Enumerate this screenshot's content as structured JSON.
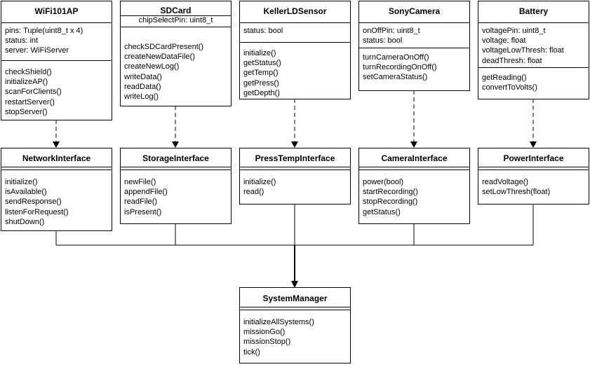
{
  "diagram": {
    "classes": [
      {
        "id": "wifi",
        "name": "WiFi101AP",
        "attributes": [
          "pins: Tuple(uint8_t x 4)",
          "status: int",
          "server: WiFiServer"
        ],
        "methods": [
          "checkShield()",
          "initializeAP()",
          "scanForClients()",
          "restartServer()",
          "stopServer()"
        ]
      },
      {
        "id": "sdcard",
        "name": "SDCard",
        "attributes": [
          "chipSelectPin: uint8_t"
        ],
        "methods": [
          "checkSDCardPresent()",
          "createNewDataFile()",
          "createNewLog()",
          "writeData()",
          "readData()",
          "writeLog()"
        ]
      },
      {
        "id": "keller",
        "name": "KellerLDSensor",
        "attributes": [
          "status: bool"
        ],
        "methods": [
          "initialize()",
          "getStatus()",
          "getTemp()",
          "getPress()",
          "getDepth()"
        ]
      },
      {
        "id": "sony",
        "name": "SonyCamera",
        "attributes": [
          "onOffPin: uint8_t",
          "status: bool"
        ],
        "methods": [
          "turnCameraOnOff()",
          "turnRecordingOnOff()",
          "setCameraStatus()"
        ]
      },
      {
        "id": "battery",
        "name": "Battery",
        "attributes": [
          "voltagePin: uint8_t",
          "voltage: float",
          "voltageLowThresh: float",
          "deadThresh: float"
        ],
        "methods": [
          "getReading()",
          "convertToVolts()"
        ]
      }
    ],
    "interfaces": [
      {
        "id": "network",
        "name": "NetworkInterface",
        "methods": [
          "initialize()",
          "isAvailable()",
          "sendResponse()",
          "listenForRequest()",
          "shutDown()"
        ]
      },
      {
        "id": "storage",
        "name": "StorageInterface",
        "methods": [
          "newFile()",
          "appendFile()",
          "readFile()",
          "isPresent()"
        ]
      },
      {
        "id": "presstemp",
        "name": "PressTempInterface",
        "methods": [
          "initialize()",
          "read()"
        ]
      },
      {
        "id": "camera",
        "name": "CameraInterface",
        "methods": [
          "power(bool)",
          "startRecording()",
          "stopRecording()",
          "getStatus()"
        ]
      },
      {
        "id": "power",
        "name": "PowerInterface",
        "methods": [
          "readVoltage()",
          "setLowThresh(float)"
        ]
      }
    ],
    "manager": {
      "name": "SystemManager",
      "methods": [
        "initializeAllSystems()",
        "missionGo()",
        "missionStop()",
        "tick()"
      ]
    },
    "colors": {
      "line": "#000000",
      "background": "#ffffff"
    }
  }
}
